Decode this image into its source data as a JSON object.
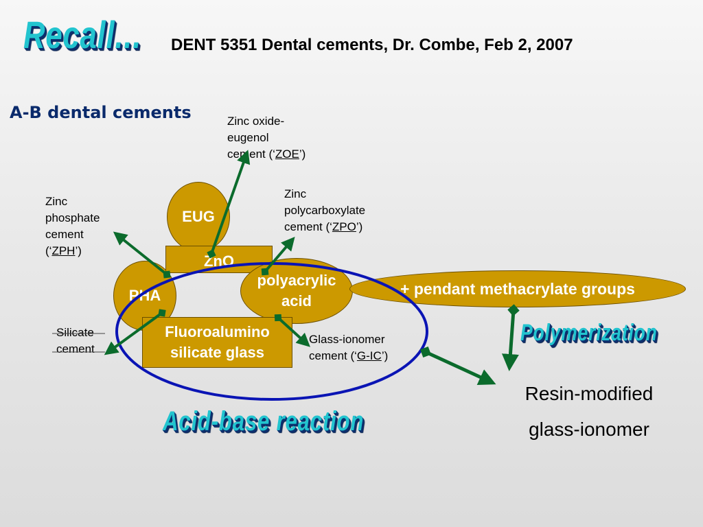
{
  "header": {
    "recall": "Recall...",
    "subtitle": "DENT 5351 Dental cements, Dr. Combe, Feb 2, 2007"
  },
  "section_heading": "A-B dental cements",
  "components": {
    "eug": "EUG",
    "zno": "ZnO",
    "pha": "PHA",
    "polyacrylic_line1": "polyacrylic",
    "polyacrylic_line2": "acid",
    "fas_line1": "Fluoroalumino",
    "fas_line2": "silicate glass",
    "pendant": "+ pendant methacrylate groups"
  },
  "cements": {
    "zoe": {
      "line1": "Zinc oxide-",
      "line2": "eugenol",
      "prefix": "cement (‘",
      "abbr": "ZOE",
      "suffix": "’)"
    },
    "zpo": {
      "line1": "Zinc",
      "line2": "polycarboxylate",
      "prefix": "cement (‘",
      "abbr": "ZPO",
      "suffix": "’)"
    },
    "zph": {
      "line1": "Zinc",
      "line2": "phosphate",
      "line3": "cement",
      "prefix": "(‘",
      "abbr": "ZPH",
      "suffix": "’)"
    },
    "gic": {
      "line1": "Glass-ionomer",
      "prefix": "cement (‘",
      "abbr": "G-IC",
      "suffix": "’)"
    },
    "silicate": {
      "line1": "Silicate",
      "line2": "cement"
    }
  },
  "wordart": {
    "polymerization": "Polymerization",
    "acid_base": "Acid-base reaction"
  },
  "result": {
    "line1": "Resin-modified",
    "line2": "glass-ionomer"
  },
  "colors": {
    "gold": "#cc9900",
    "arrow": "#0b6b2c",
    "ellipse": "#0a14b4",
    "heading": "#0a2a6b",
    "wordart_face": "#22c4cf"
  }
}
